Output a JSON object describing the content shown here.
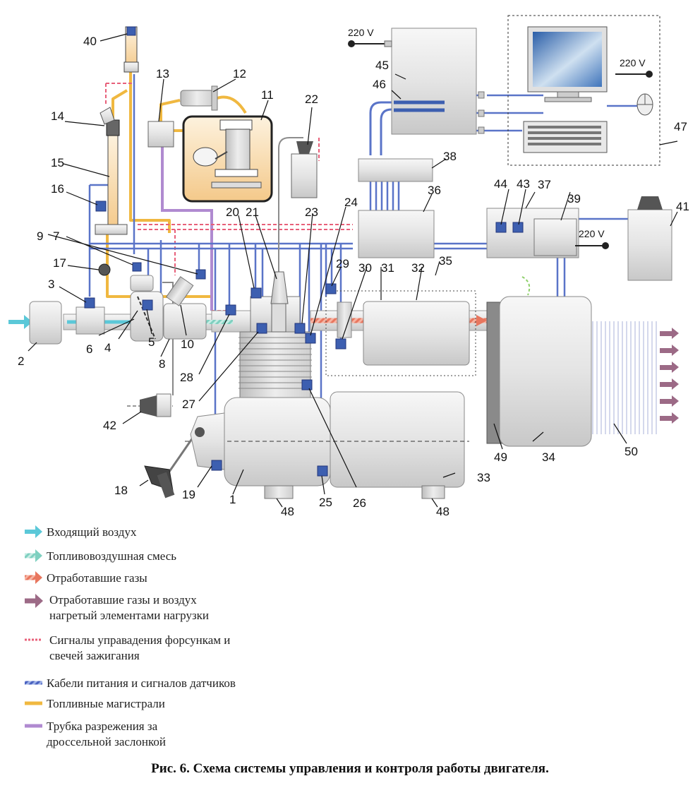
{
  "diagram": {
    "voltage_label": "220 V",
    "callouts": [
      "1",
      "2",
      "3",
      "4",
      "5",
      "6",
      "7",
      "8",
      "9",
      "10",
      "11",
      "12",
      "13",
      "14",
      "15",
      "16",
      "17",
      "18",
      "19",
      "20",
      "21",
      "22",
      "23",
      "24",
      "25",
      "26",
      "27",
      "28",
      "29",
      "30",
      "31",
      "32",
      "33",
      "34",
      "35",
      "36",
      "37",
      "38",
      "39",
      "40",
      "41",
      "42",
      "43",
      "44",
      "45",
      "46",
      "47",
      "48",
      "48",
      "49",
      "50"
    ],
    "colors": {
      "intake_air": "#5bc8d8",
      "fuel_air_mixture": "#7fd0c0",
      "exhaust": "#e8765e",
      "exhaust_heated": "#9c6a86",
      "control_signals": "#e8607a",
      "cables": "#5a74c8",
      "fuel_lines": "#f0b840",
      "vacuum_tube": "#b08ad0",
      "sensor": "#3d5fb0",
      "component": "#ececec"
    }
  },
  "legend": [
    {
      "label": "Входящий воздух",
      "icon": "solid-arrow-icon"
    },
    {
      "label": "Топливовоздушная смесь",
      "icon": "hatched-arrow-icon"
    },
    {
      "label": "Отработавшие газы",
      "icon": "hatched-arrow-icon"
    },
    {
      "label": "Отработавшие газы и воздух",
      "label2": "нагретый элементами нагрузки",
      "icon": "solid-arrow-icon"
    },
    {
      "label": "Сигналы управадения форсункам и",
      "label2": "свечей зажигания",
      "icon": "dashed-line-icon"
    },
    {
      "label": "Кабели питания и сигналов датчиков",
      "icon": "hatched-line-icon"
    },
    {
      "label": "Топливные магистрали",
      "icon": "solid-line-icon"
    },
    {
      "label": "Трубка разрежения за",
      "label2": "дроссельной заслонкой",
      "icon": "solid-line-icon"
    }
  ],
  "caption": "Рис. 6. Схема системы управления и контроля работы двигателя."
}
